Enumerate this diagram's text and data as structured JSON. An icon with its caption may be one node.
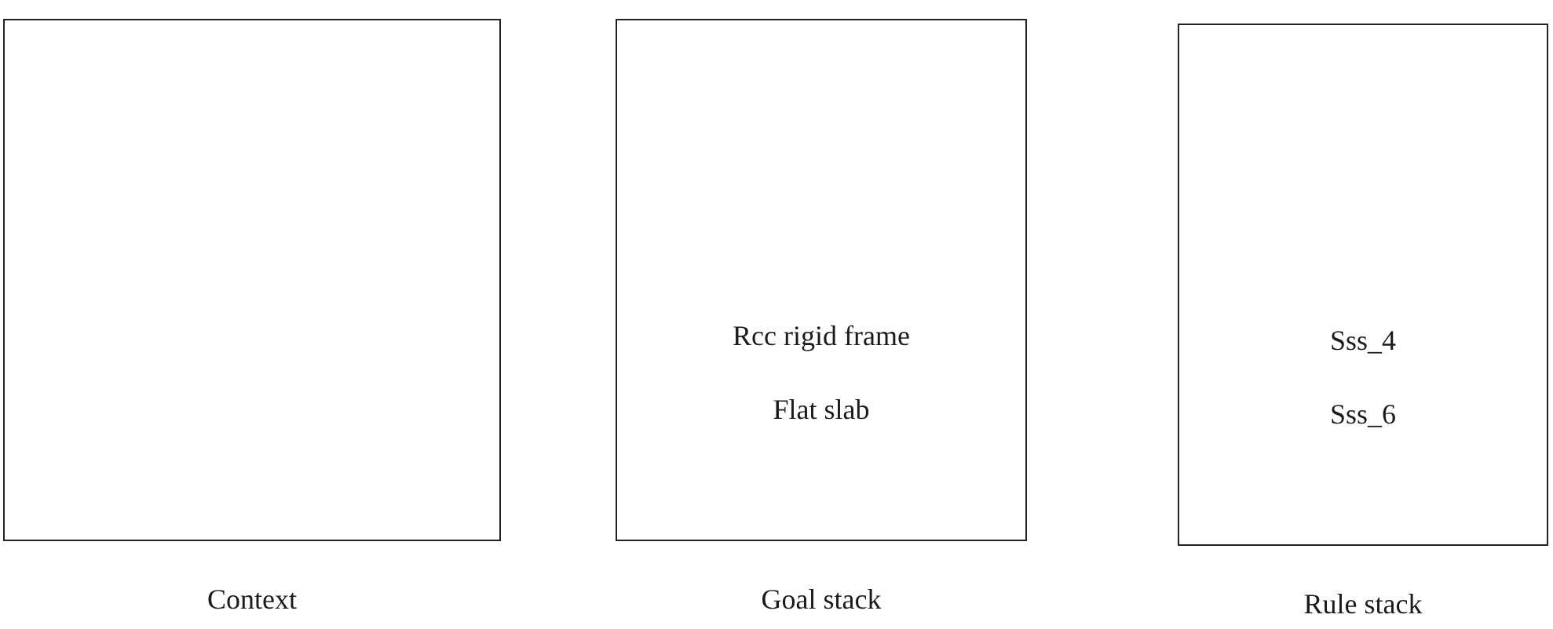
{
  "diagram": {
    "nodes": [
      {
        "text": [],
        "shape": "box",
        "beside": [
          "Context"
        ]
      },
      {
        "text": [
          "Rcc rigid frame",
          "Flat slab"
        ],
        "beside": [
          "Goal stack"
        ]
      },
      {
        "text": [
          "Sss_4",
          "Sss_6"
        ],
        "beside": [
          "Rule stack"
        ]
      }
    ]
  }
}
